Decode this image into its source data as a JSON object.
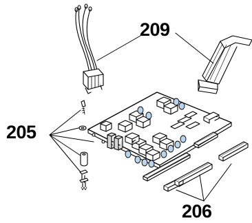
{
  "figure": {
    "callouts": {
      "wire_harness_and_ribbon_cable": "209",
      "mounting_hardware": "205",
      "connector_plugs": "206"
    }
  }
}
